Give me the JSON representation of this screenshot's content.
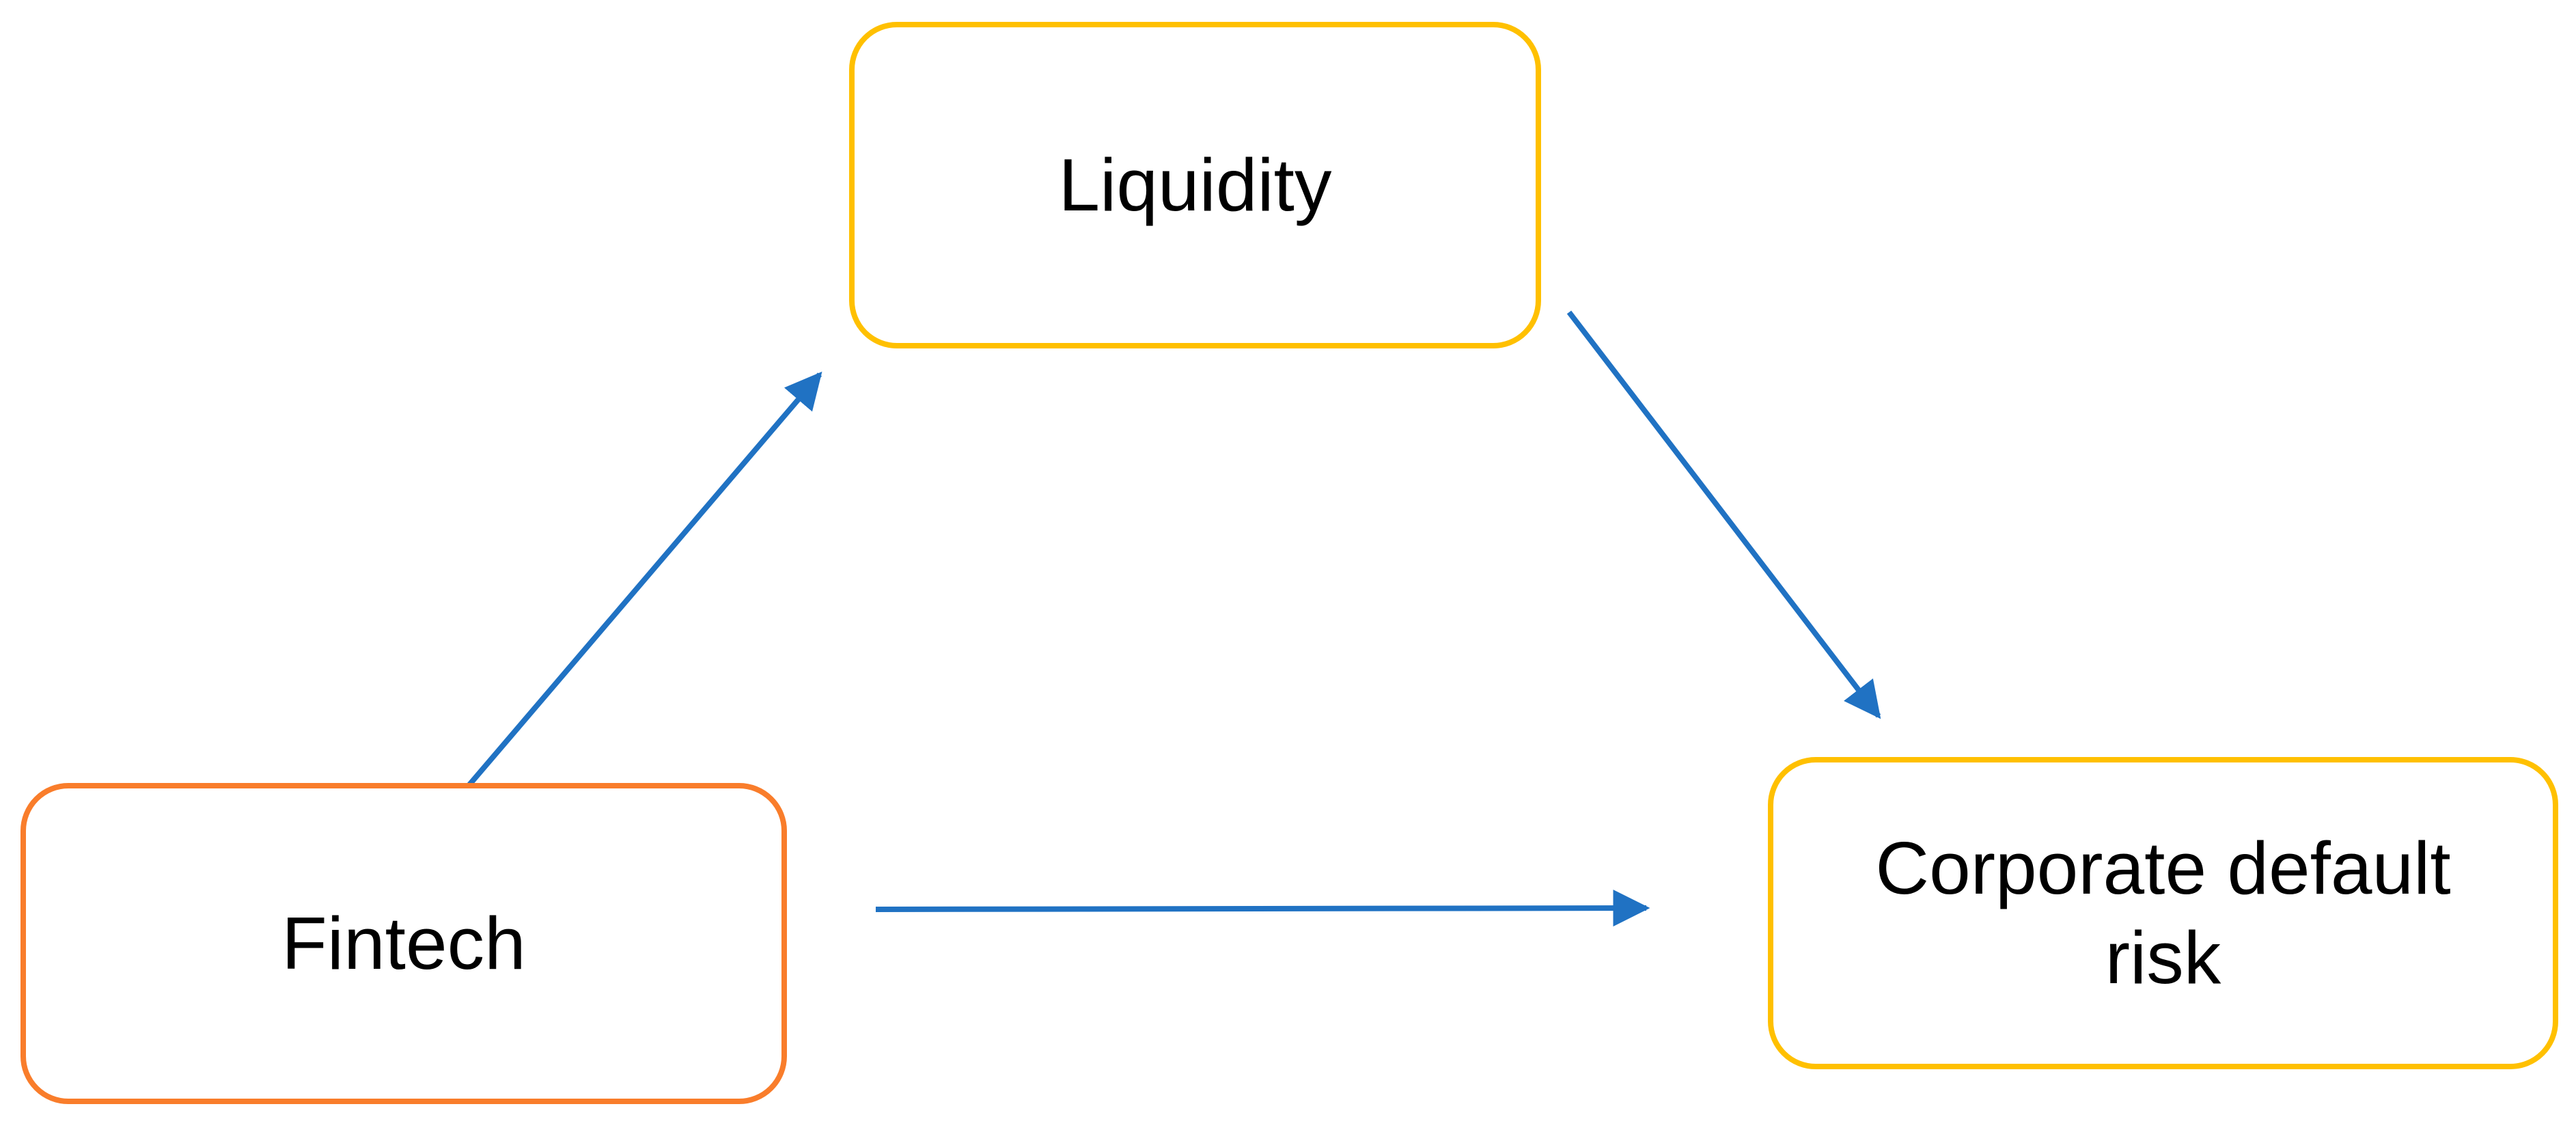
{
  "diagram": {
    "background": "#FFFFFF",
    "arrow_color": "#2072C3",
    "text_color": "#000000",
    "nodes": [
      {
        "id": "liquidity",
        "label": "Liquidity",
        "border_color": "#FFC000"
      },
      {
        "id": "fintech",
        "label": "Fintech",
        "border_color": "#F97D2B"
      },
      {
        "id": "corporate-default-risk",
        "label": "Corporate default risk",
        "border_color": "#FFC000"
      }
    ],
    "edges": [
      {
        "from": "fintech",
        "to": "liquidity"
      },
      {
        "from": "liquidity",
        "to": "corporate-default-risk"
      },
      {
        "from": "fintech",
        "to": "corporate-default-risk"
      }
    ]
  }
}
